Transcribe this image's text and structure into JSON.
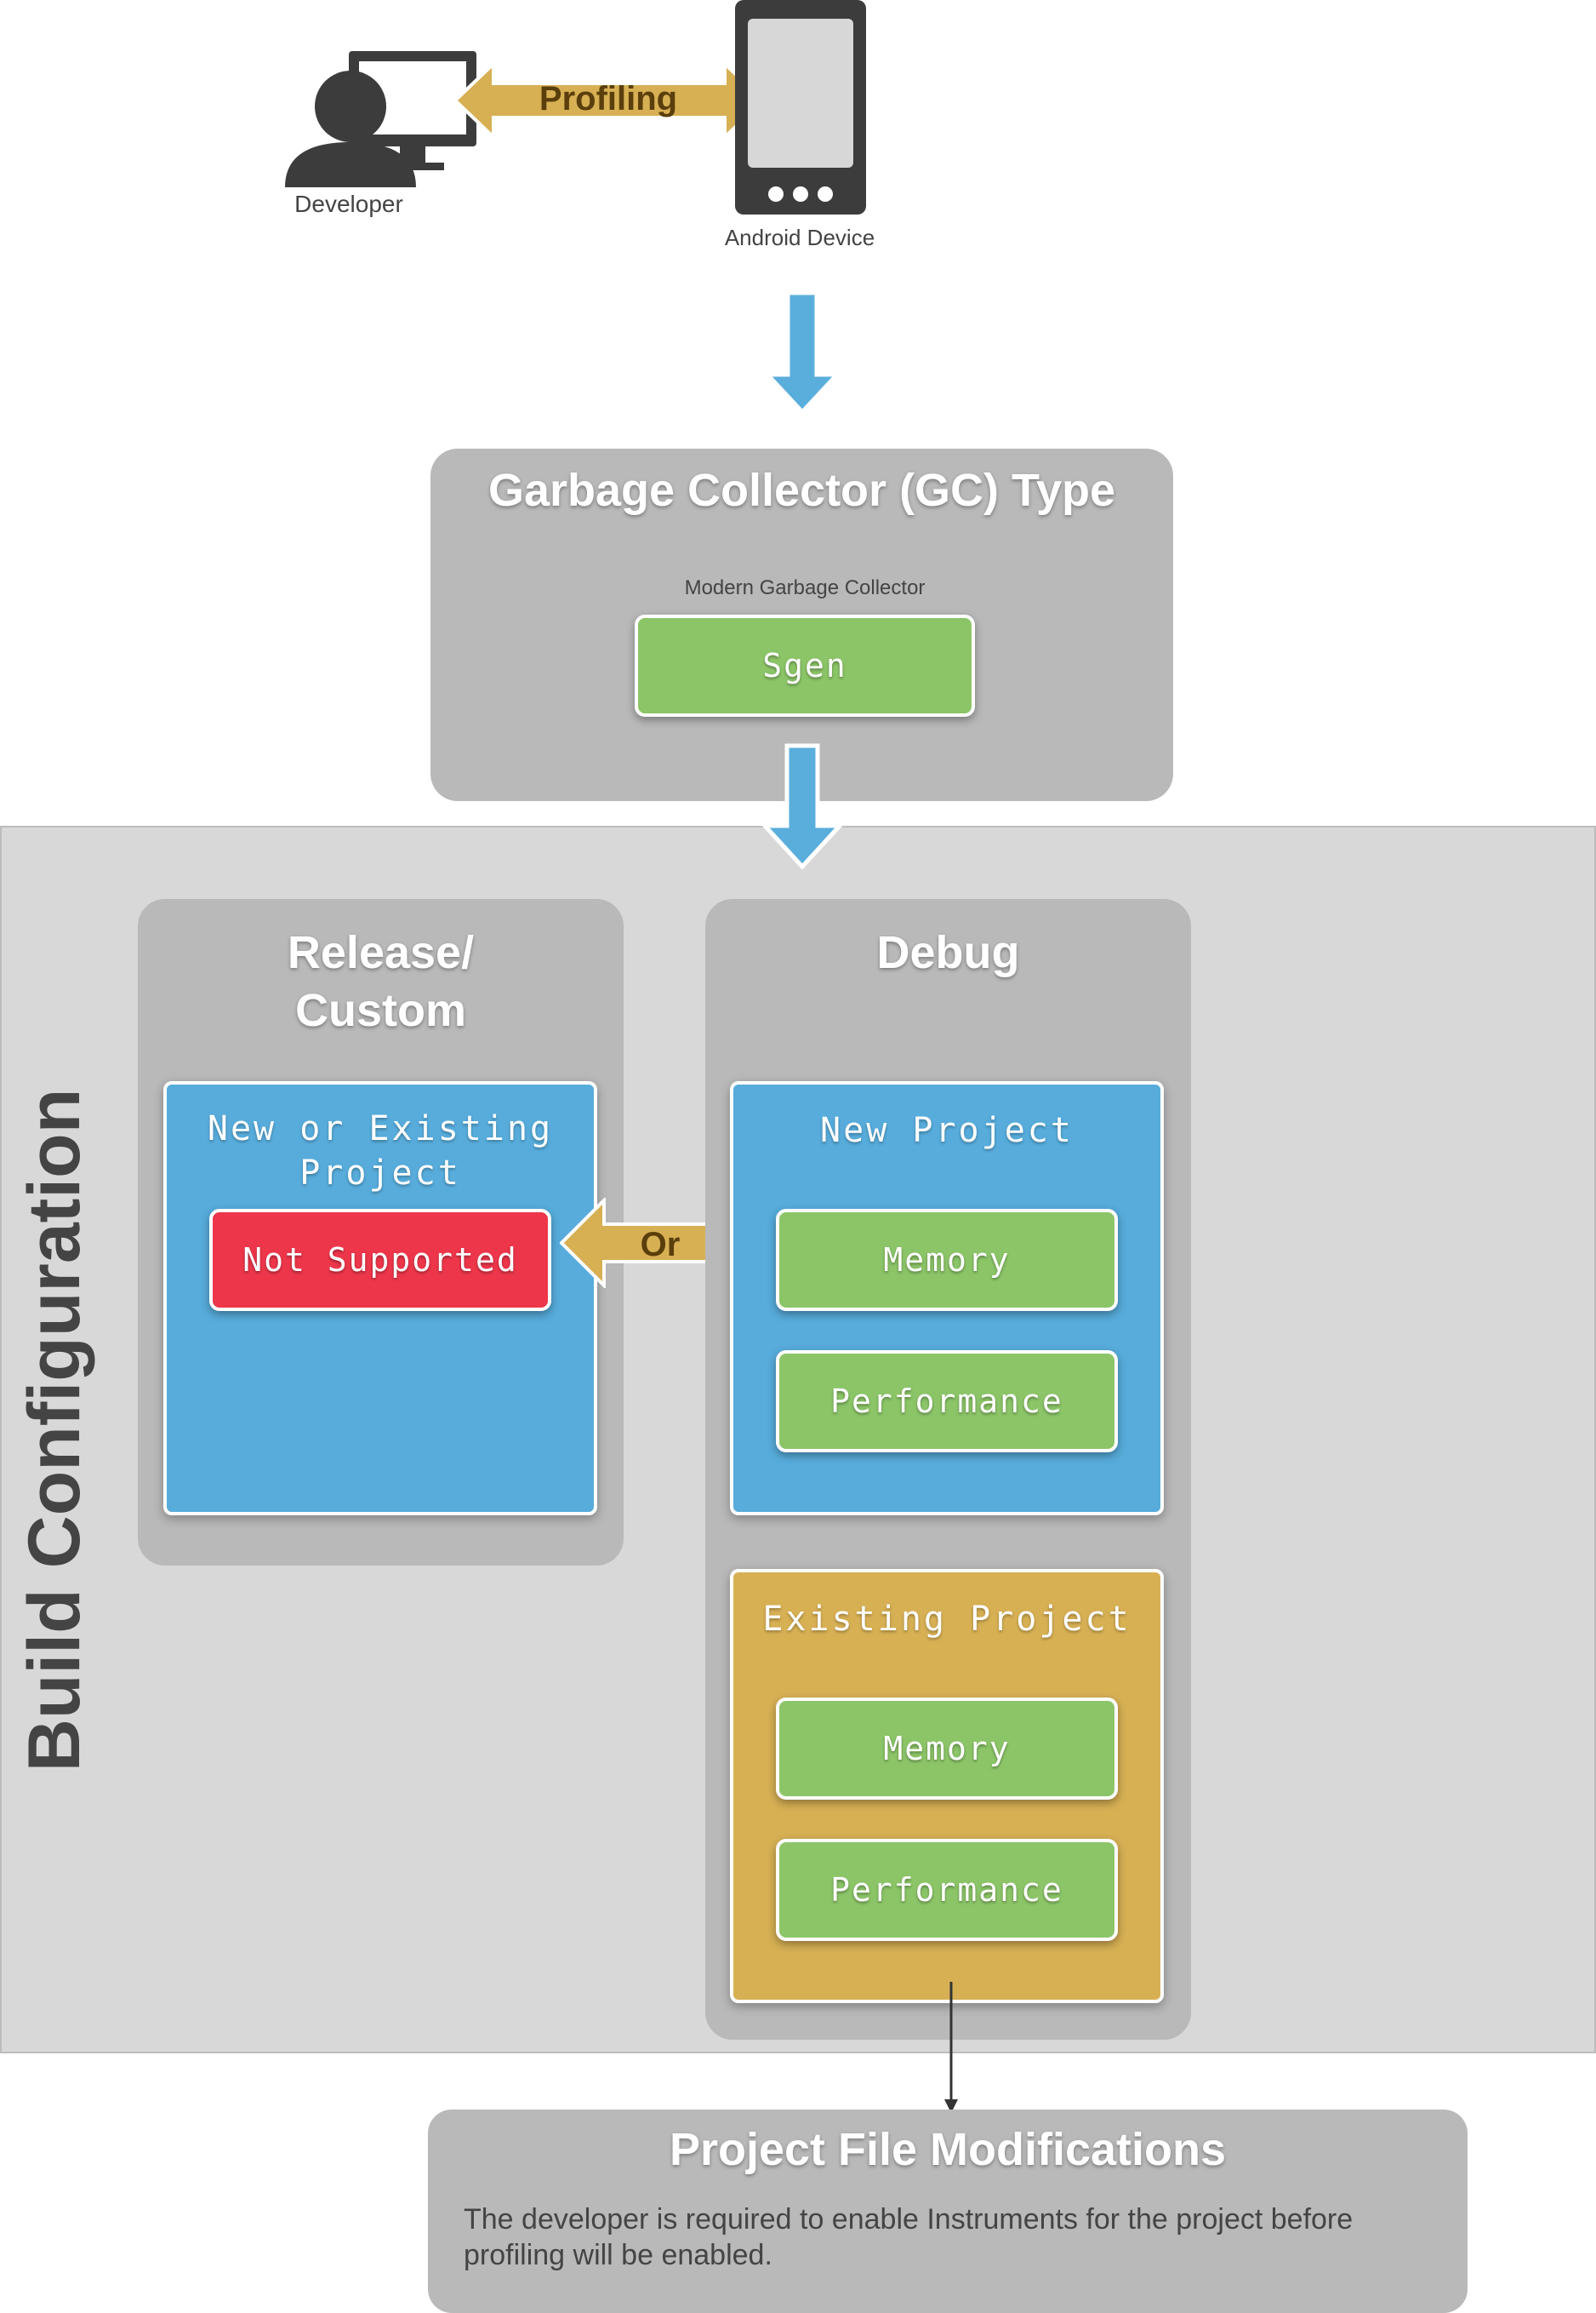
{
  "top": {
    "developer_label": "Developer",
    "profiling_label": "Profiling",
    "device_label": "Android Device"
  },
  "gc": {
    "title": "Garbage Collector (GC) Type",
    "subtitle": "Modern Garbage Collector",
    "option": "Sgen"
  },
  "build": {
    "title": "Build Configuration",
    "release": {
      "title_line1": "Release/",
      "title_line2": "Custom",
      "card_line1": "New or Existing",
      "card_line2": "Project",
      "status": "Not Supported"
    },
    "or_label": "Or",
    "debug": {
      "title": "Debug",
      "new_project": {
        "title": "New Project",
        "options": [
          "Memory",
          "Performance"
        ]
      },
      "existing_project": {
        "title": "Existing Project",
        "options": [
          "Memory",
          "Performance"
        ]
      }
    }
  },
  "modifications": {
    "title": "Project File Modifications",
    "body": "The developer is required to enable Instruments for the project before profiling will be enabled."
  },
  "colors": {
    "panel_gray": "#b9b9b9",
    "background_gray": "#d8d8d8",
    "blue": "#57acdb",
    "gold": "#d7b054",
    "green": "#8cc568",
    "red": "#ee364b",
    "arrow_blue": "#5aaedc"
  },
  "icons": {
    "developer": "developer-computer-icon",
    "device": "android-device-icon"
  }
}
